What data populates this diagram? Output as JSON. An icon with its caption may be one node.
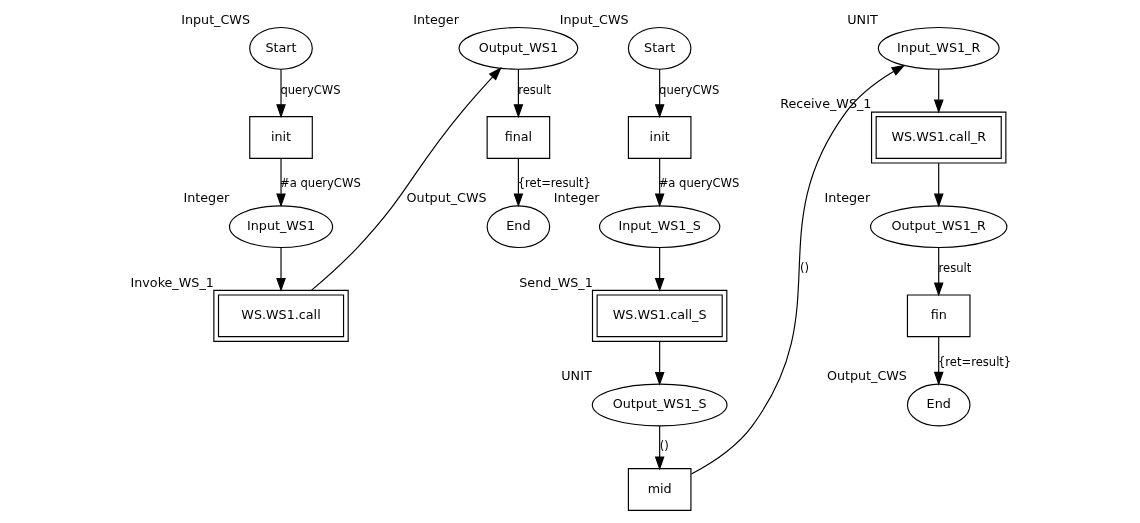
{
  "diagram": {
    "nodes": [
      {
        "text": [
          "Start"
        ],
        "beside": [
          "Input_CWS"
        ]
      },
      {
        "text": [
          "init"
        ]
      },
      {
        "text": [
          "Input_WS1"
        ],
        "beside": [
          "Integer"
        ]
      },
      {
        "text": [
          "WS.WS1.call"
        ],
        "beside": [
          "Invoke_WS_1"
        ]
      },
      {
        "text": [
          "Output_WS1"
        ],
        "beside": [
          "Integer"
        ]
      },
      {
        "text": [
          "final"
        ]
      },
      {
        "text": [
          "End"
        ],
        "beside": [
          "Output_CWS"
        ]
      },
      {
        "text": [
          "Start"
        ],
        "beside": [
          "Input_CWS"
        ]
      },
      {
        "text": [
          "init"
        ]
      },
      {
        "text": [
          "Input_WS1_S"
        ],
        "beside": [
          "Integer"
        ]
      },
      {
        "text": [
          "WS.WS1.call_S"
        ],
        "beside": [
          "Send_WS_1"
        ]
      },
      {
        "text": [
          "Output_WS1_S"
        ],
        "beside": [
          "UNIT"
        ]
      },
      {
        "text": [
          "mid"
        ]
      },
      {
        "text": [
          "Input_WS1_R"
        ],
        "beside": [
          "UNIT"
        ]
      },
      {
        "text": [
          "WS.WS1.call_R"
        ],
        "beside": [
          "Receive_WS_1"
        ]
      },
      {
        "text": [
          "Output_WS1_R"
        ],
        "beside": [
          "Integer"
        ]
      },
      {
        "text": [
          "fin"
        ]
      },
      {
        "text": [
          "End"
        ],
        "beside": [
          "Output_CWS"
        ]
      }
    ],
    "edges": [
      {
        "from": 0,
        "to": 1,
        "arrow": "to",
        "label": "queryCWS"
      },
      {
        "from": 1,
        "to": 2,
        "arrow": "to",
        "label": "#a queryCWS"
      },
      {
        "from": 2,
        "to": 3,
        "arrow": "to"
      },
      {
        "from": 3,
        "to": 4,
        "arrow": "to"
      },
      {
        "from": 4,
        "to": 5,
        "arrow": "to",
        "label": "result"
      },
      {
        "from": 5,
        "to": 6,
        "arrow": "to",
        "label": "{ret=result}"
      },
      {
        "from": 7,
        "to": 8,
        "arrow": "to",
        "label": "queryCWS"
      },
      {
        "from": 8,
        "to": 9,
        "arrow": "to",
        "label": "#a queryCWS"
      },
      {
        "from": 9,
        "to": 10,
        "arrow": "to"
      },
      {
        "from": 10,
        "to": 11,
        "arrow": "to"
      },
      {
        "from": 11,
        "to": 12,
        "arrow": "to",
        "label": "()"
      },
      {
        "from": 12,
        "to": 13,
        "arrow": "to",
        "label": "()"
      },
      {
        "from": 13,
        "to": 14,
        "arrow": "to"
      },
      {
        "from": 14,
        "to": 15,
        "arrow": "to"
      },
      {
        "from": 15,
        "to": 16,
        "arrow": "to",
        "label": "result"
      },
      {
        "from": 16,
        "to": 17,
        "arrow": "to",
        "label": "{ret=result}"
      }
    ]
  }
}
